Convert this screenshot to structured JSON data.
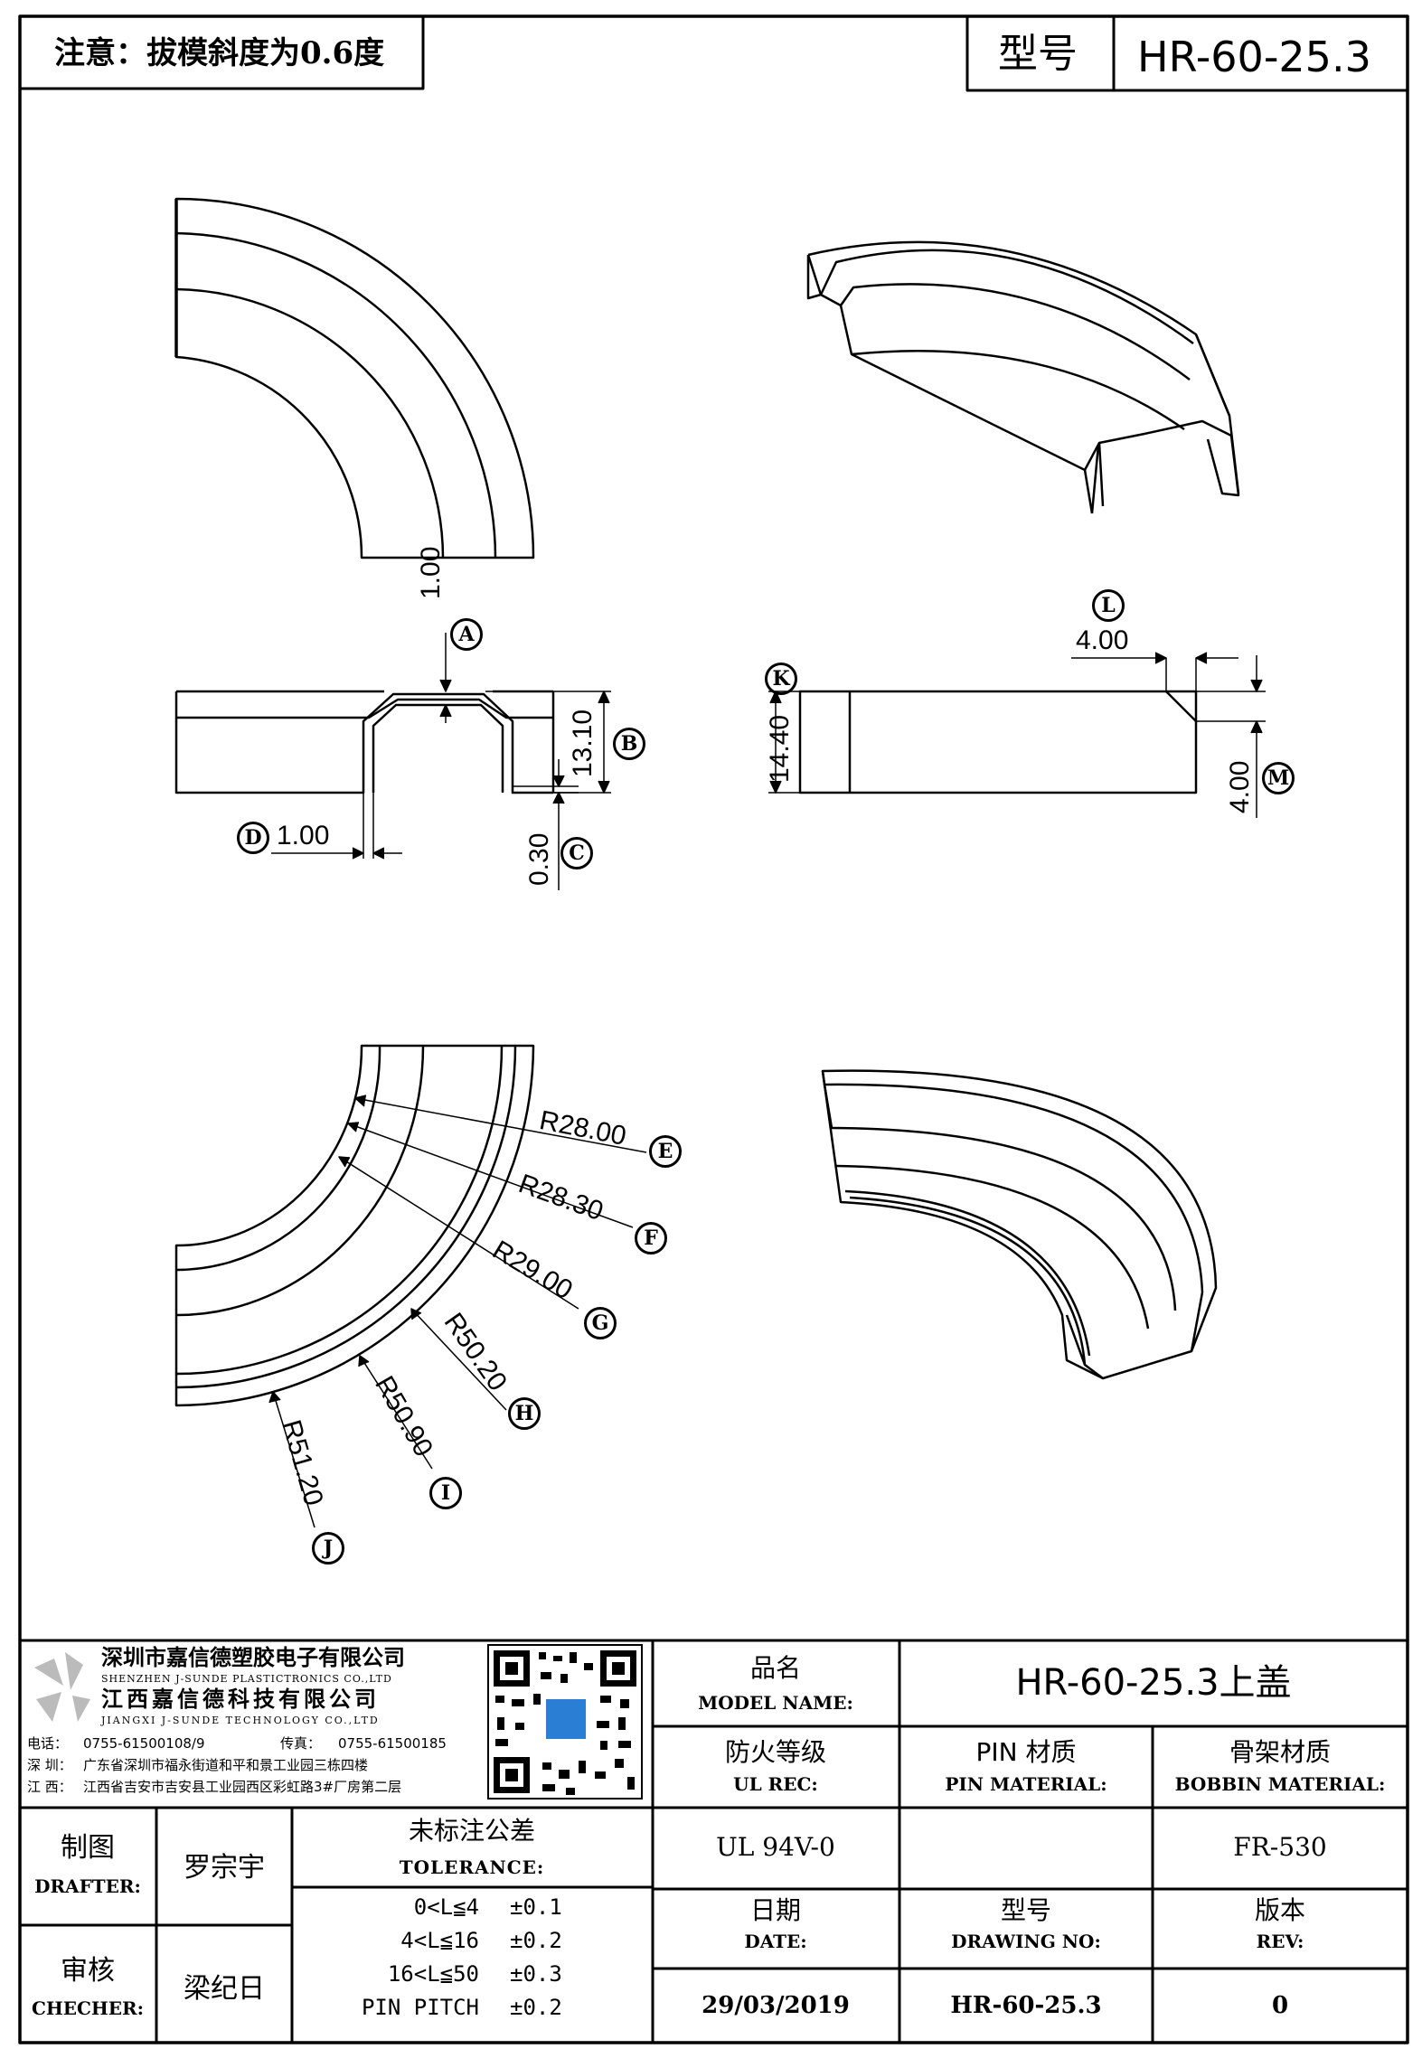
{
  "header": {
    "note": "注意：拔模斜度为0.6度",
    "model_label": "型号",
    "model_value": "HR-60-25.3"
  },
  "dimensions": {
    "A": {
      "value": "1.00",
      "label": "A"
    },
    "B": {
      "value": "13.10",
      "label": "B"
    },
    "C": {
      "value": "0.30",
      "label": "C"
    },
    "D": {
      "value": "1.00",
      "label": "D"
    },
    "K": {
      "value": "14.40",
      "label": "K"
    },
    "L": {
      "value": "4.00",
      "label": "L"
    },
    "M": {
      "value": "4.00",
      "label": "M"
    },
    "E": {
      "value": "R28.00",
      "label": "E"
    },
    "F": {
      "value": "R28.30",
      "label": "F"
    },
    "G": {
      "value": "R29.00",
      "label": "G"
    },
    "H": {
      "value": "R50.20",
      "label": "H"
    },
    "I": {
      "value": "R50.90",
      "label": "I"
    },
    "J": {
      "value": "R51.20",
      "label": "J"
    }
  },
  "company": {
    "name_sz": "深圳市嘉信德塑胶电子有限公司",
    "name_sz_en": "SHENZHEN J-SUNDE PLASTICTRONICS CO.,LTD",
    "name_jx": "江西嘉信德科技有限公司",
    "name_jx_en": "JIANGXI J-SUNDE TECHNOLOGY CO.,LTD",
    "phone_label": "电话：",
    "phone": "0755-61500108/9",
    "fax_label": "传真：",
    "fax": "0755-61500185",
    "addr_sz_label": "深 圳：",
    "addr_sz": "广东省深圳市福永街道和平和景工业园三栋四楼",
    "addr_jx_label": "江 西：",
    "addr_jx": "江西省吉安市吉安县工业园西区彩虹路3#厂房第二层"
  },
  "title_block": {
    "model_name_cn": "品名",
    "model_name_en": "MODEL NAME:",
    "model_name_value": "HR-60-25.3上盖",
    "ul_cn": "防火等级",
    "ul_en": "UL REC:",
    "ul_value": "UL 94V-0",
    "pin_cn": "PIN 材质",
    "pin_en": "PIN MATERIAL:",
    "pin_value": "",
    "bobbin_cn": "骨架材质",
    "bobbin_en": "BOBBIN MATERIAL:",
    "bobbin_value": "FR-530",
    "drafter_cn": "制图",
    "drafter_en": "DRAFTER:",
    "drafter_value": "罗宗宇",
    "checker_cn": "审核",
    "checker_en": "CHECHER:",
    "checker_value": "梁纪日",
    "tol_cn": "未标注公差",
    "tol_en": "TOLERANCE:",
    "tolerances": [
      {
        "range": "0<L≦4",
        "value": "±0.1"
      },
      {
        "range": "4<L≦16",
        "value": "±0.2"
      },
      {
        "range": "16<L≦50",
        "value": "±0.3"
      },
      {
        "range": "PIN PITCH",
        "value": "±0.2"
      }
    ],
    "date_cn": "日期",
    "date_en": "DATE:",
    "date_value": "29/03/2019",
    "drawing_cn": "型号",
    "drawing_en": "DRAWING NO:",
    "drawing_value": "HR-60-25.3",
    "rev_cn": "版本",
    "rev_en": "REV:",
    "rev_value": "0"
  }
}
